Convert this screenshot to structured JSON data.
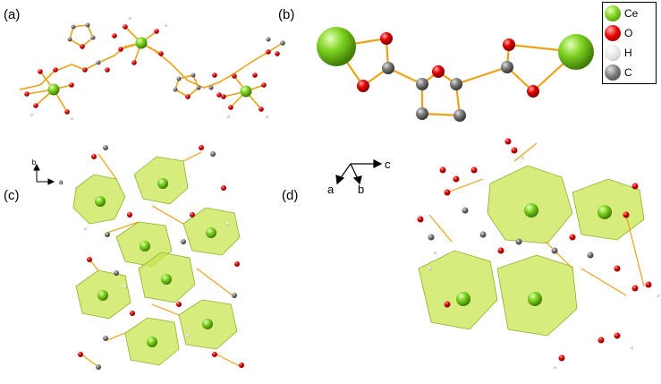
{
  "panels": {
    "a": "(a)",
    "b": "(b)",
    "c": "(c)",
    "d": "(d)"
  },
  "legend": [
    {
      "label": "Ce",
      "color": "#7ED321"
    },
    {
      "label": "O",
      "color": "#E60000"
    },
    {
      "label": "H",
      "color": "#E8E8E8"
    },
    {
      "label": "C",
      "color": "#7F7F7F"
    }
  ],
  "axes_c": {
    "y": "b",
    "x": "a"
  },
  "axes_d": {
    "c": "c",
    "a": "a",
    "b": "b"
  },
  "colors": {
    "Ce": "#7ED321",
    "O": "#E60000",
    "H": "#E8E8E8",
    "C": "#7F7F7F",
    "bond": "#E8A317",
    "poly": "#C8E650"
  }
}
